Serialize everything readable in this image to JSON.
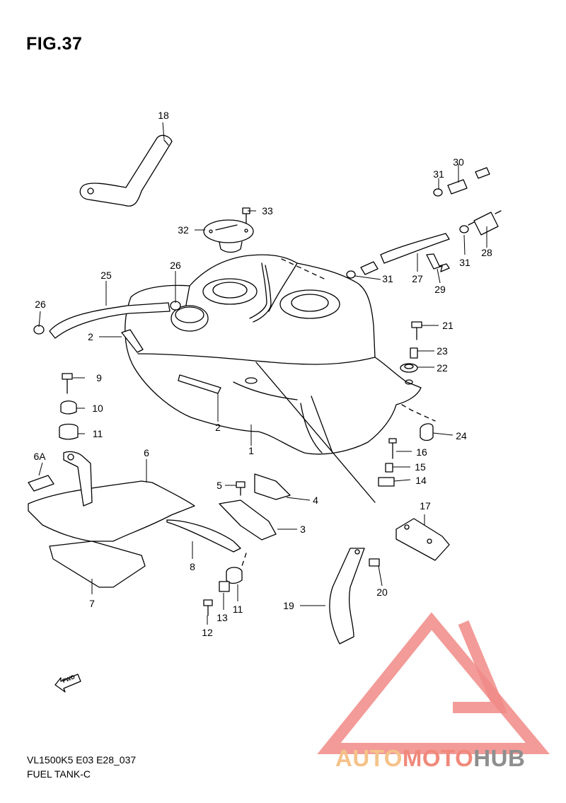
{
  "figure": {
    "title": "FIG.37"
  },
  "footer": {
    "code": "VL1500K5 E03 E28_037",
    "name": "FUEL TANK-C"
  },
  "fwd_label": "FWD",
  "watermark": {
    "part1": "AUTO",
    "part2": "MOTO",
    "part3": "HUB",
    "colors": {
      "auto": "#f5c28a",
      "moto": "#f0897b",
      "hub": "#8e8e8e",
      "triangle": "#f08a86"
    }
  },
  "callouts": [
    {
      "id": "1",
      "label": "1"
    },
    {
      "id": "2a",
      "label": "2"
    },
    {
      "id": "2b",
      "label": "2"
    },
    {
      "id": "3",
      "label": "3"
    },
    {
      "id": "4",
      "label": "4"
    },
    {
      "id": "5",
      "label": "5"
    },
    {
      "id": "6",
      "label": "6"
    },
    {
      "id": "6A",
      "label": "6A"
    },
    {
      "id": "7",
      "label": "7"
    },
    {
      "id": "8",
      "label": "8"
    },
    {
      "id": "9",
      "label": "9"
    },
    {
      "id": "10",
      "label": "10"
    },
    {
      "id": "11a",
      "label": "11"
    },
    {
      "id": "11b",
      "label": "11"
    },
    {
      "id": "12",
      "label": "12"
    },
    {
      "id": "13",
      "label": "13"
    },
    {
      "id": "14",
      "label": "14"
    },
    {
      "id": "15",
      "label": "15"
    },
    {
      "id": "16",
      "label": "16"
    },
    {
      "id": "17",
      "label": "17"
    },
    {
      "id": "18",
      "label": "18"
    },
    {
      "id": "19",
      "label": "19"
    },
    {
      "id": "20",
      "label": "20"
    },
    {
      "id": "21",
      "label": "21"
    },
    {
      "id": "22",
      "label": "22"
    },
    {
      "id": "23",
      "label": "23"
    },
    {
      "id": "24",
      "label": "24"
    },
    {
      "id": "25",
      "label": "25"
    },
    {
      "id": "26a",
      "label": "26"
    },
    {
      "id": "26b",
      "label": "26"
    },
    {
      "id": "27",
      "label": "27"
    },
    {
      "id": "28",
      "label": "28"
    },
    {
      "id": "29",
      "label": "29"
    },
    {
      "id": "30",
      "label": "30"
    },
    {
      "id": "31a",
      "label": "31"
    },
    {
      "id": "31b",
      "label": "31"
    },
    {
      "id": "31c",
      "label": "31"
    },
    {
      "id": "32",
      "label": "32"
    },
    {
      "id": "33",
      "label": "33"
    }
  ]
}
